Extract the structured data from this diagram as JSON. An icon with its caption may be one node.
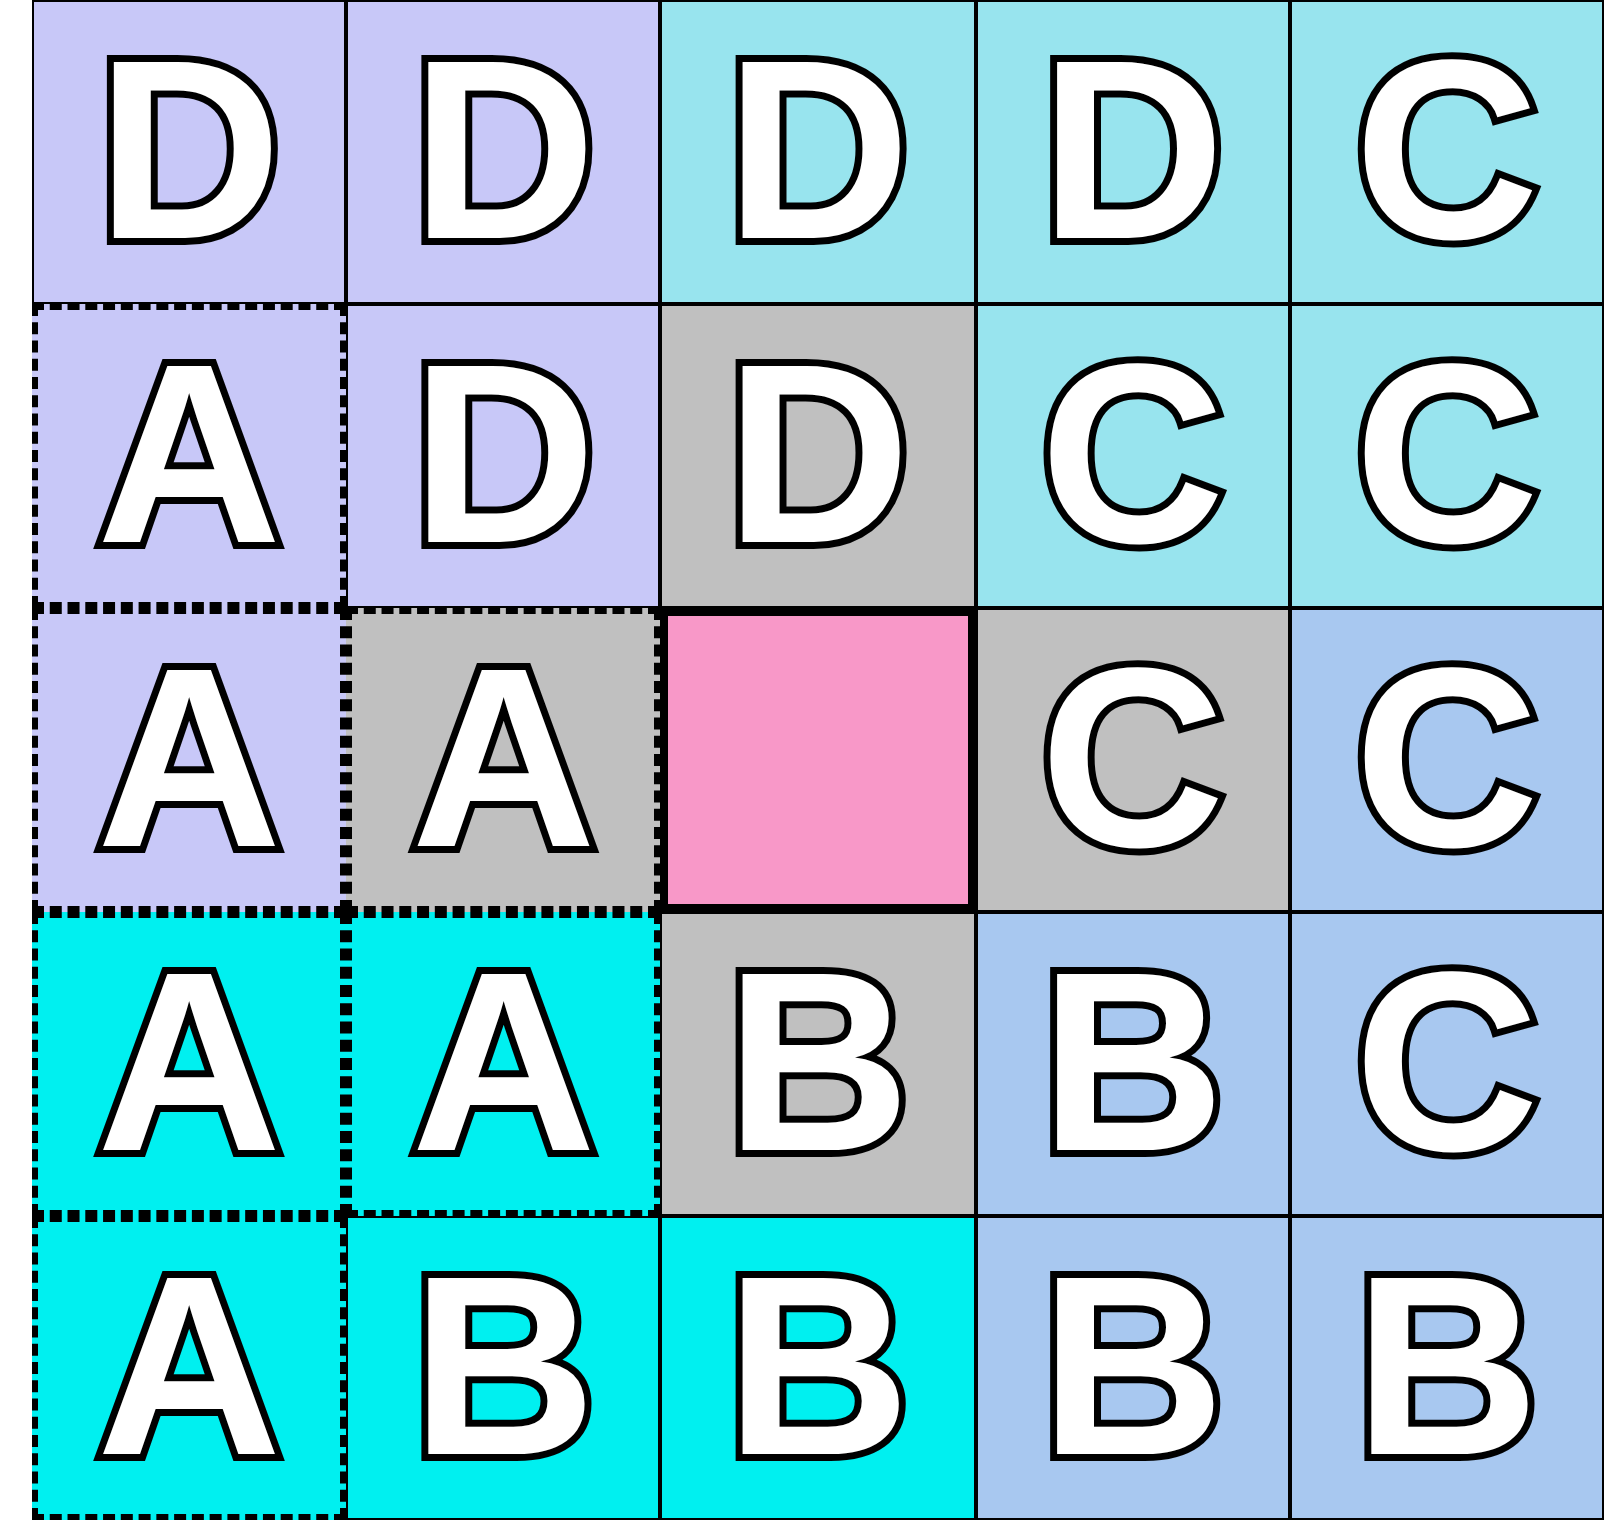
{
  "diagram": {
    "nodes": [
      {
        "text": [
          "D"
        ]
      },
      {
        "text": [
          "D"
        ]
      },
      {
        "text": [
          "D"
        ]
      },
      {
        "text": [
          "D"
        ]
      },
      {
        "text": [
          "C"
        ]
      },
      {
        "text": [
          "A"
        ]
      },
      {
        "text": [
          "D"
        ]
      },
      {
        "text": [
          "D"
        ]
      },
      {
        "text": [
          "C"
        ]
      },
      {
        "text": [
          "C"
        ]
      },
      {
        "text": [
          "A"
        ]
      },
      {
        "text": [
          "A"
        ]
      },
      {
        "text": [],
        "shape": "box"
      },
      {
        "text": [
          "C"
        ]
      },
      {
        "text": [
          "C"
        ]
      },
      {
        "text": [
          "A"
        ]
      },
      {
        "text": [
          "A"
        ]
      },
      {
        "text": [
          "B"
        ]
      },
      {
        "text": [
          "B"
        ]
      },
      {
        "text": [
          "C"
        ]
      },
      {
        "text": [
          "A"
        ]
      },
      {
        "text": [
          "B"
        ]
      },
      {
        "text": [
          "B"
        ]
      },
      {
        "text": [
          "B"
        ]
      },
      {
        "text": [
          "B"
        ]
      }
    ]
  }
}
